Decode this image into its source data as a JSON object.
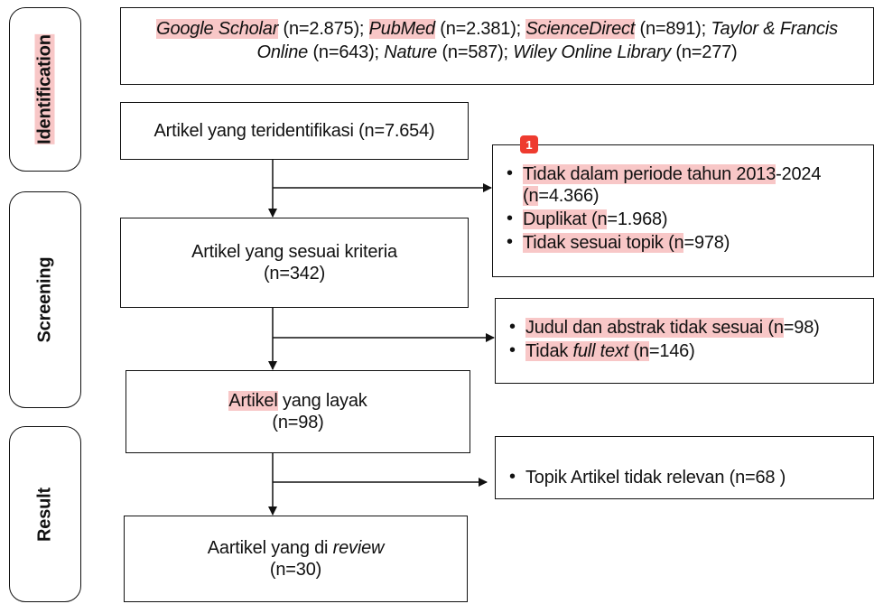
{
  "sections": {
    "identification": "Identification",
    "screening": "Screening",
    "result": "Result"
  },
  "sources": [
    {
      "name": "Google Scholar",
      "count": "(n=2.875);",
      "highlight": true
    },
    {
      "name": "PubMed",
      "count": "(n=2.381);",
      "highlight": true
    },
    {
      "name": "ScienceDirect",
      "count": "(n=891);",
      "highlight": true
    },
    {
      "name": "Taylor & Francis Online",
      "count": "(n=643);",
      "highlight": false
    },
    {
      "name": "Nature",
      "count": "(n=587);",
      "highlight": false
    },
    {
      "name": "Wiley Online Library",
      "count": "(n=277)",
      "highlight": false
    }
  ],
  "flow": {
    "identified": {
      "label": "Artikel yang teridentifikasi",
      "count": "(n=7.654)"
    },
    "criteria": {
      "label": "Artikel yang sesuai kriteria",
      "count": "(n=342)"
    },
    "eligible": {
      "label_part1": "Artikel",
      "label_part2": " yang layak",
      "count": "(n=98)"
    },
    "reviewed": {
      "label_part1": "Aartikel yang di ",
      "label_italic": "review",
      "count": "(n=30)"
    }
  },
  "exclusions_1": {
    "badge": "1",
    "items": [
      {
        "text": "Tidak dalam periode tahun 2013-2024 (n=4.366)"
      },
      {
        "text": "Duplikat (n=1.968)"
      },
      {
        "text": "Tidak sesuai topik (n=978)"
      }
    ]
  },
  "exclusions_2": {
    "items": [
      {
        "text": "Judul dan abstrak tidak sesuai (n=98)"
      },
      {
        "text_part1": "Tidak ",
        "text_italic": "full text",
        "text_part2": " (n=146)"
      }
    ]
  },
  "exclusions_3": {
    "items": [
      {
        "text": "Topik Artikel tidak relevan (n=68 )"
      }
    ]
  },
  "colors": {
    "highlight": "#f8c7c7",
    "line": "#111111",
    "badge": "#ee3b2f"
  }
}
